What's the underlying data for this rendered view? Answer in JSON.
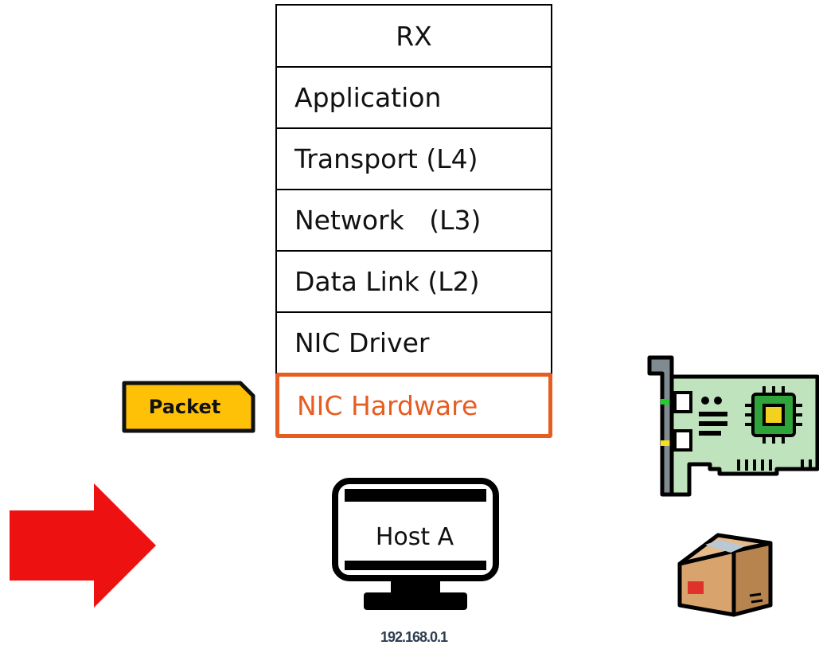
{
  "stack": {
    "header": "RX",
    "layers": [
      "Application",
      "Transport (L4)",
      "Network   (L3)",
      "Data Link (L2)",
      "NIC Driver"
    ],
    "highlighted_layer": "NIC Hardware",
    "highlight_color": "#e65d22"
  },
  "packet": {
    "label": "Packet",
    "color": "#ffc107"
  },
  "host": {
    "label": "Host A",
    "ip": "192.168.0.1"
  },
  "arrow": {
    "color": "#ee1111",
    "direction": "right"
  },
  "icons": [
    "network-card-icon",
    "package-box-icon",
    "monitor-icon",
    "right-arrow-icon"
  ]
}
